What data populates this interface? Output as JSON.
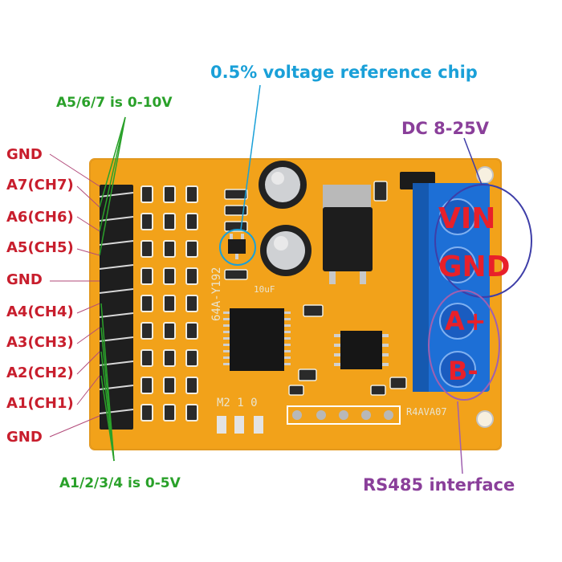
{
  "callouts": {
    "voltage_reference": "0.5% voltage reference chip",
    "range_high": "A5/6/7 is 0-10V",
    "range_low": "A1/2/3/4 is 0-5V",
    "power": "DC 8-25V",
    "rs485": "RS485 interface"
  },
  "pin_labels": [
    "GND",
    "A7(CH7)",
    "A6(CH6)",
    "A5(CH5)",
    "GND",
    "A4(CH4)",
    "A3(CH3)",
    "A2(CH2)",
    "A1(CH1)",
    "GND"
  ],
  "terminal_labels": [
    "VIN",
    "GND",
    "A+",
    "B-"
  ],
  "silkscreen": {
    "model": "R4AVA07",
    "part": "64A-Y192",
    "addr_pins": "M2 1 0",
    "cap_label": "10uF"
  },
  "colors": {
    "pcb": "#f2a21a",
    "terminal_block": "#1d6fd6",
    "pin_label": "#c81e2d",
    "range_label": "#2aa12a",
    "chip_label": "#1aa0d8",
    "interface_label": "#8a3f9a"
  }
}
